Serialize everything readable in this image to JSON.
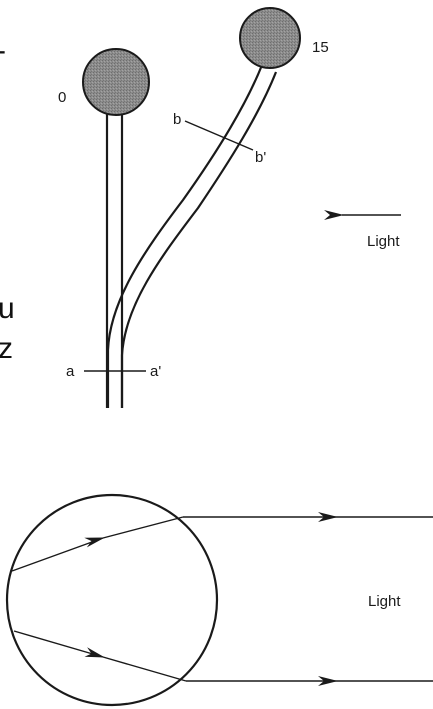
{
  "seedlings": {
    "left_label": "0",
    "right_label": "15"
  },
  "sections": {
    "upper_label_a": "b",
    "upper_label_b": "b'",
    "lower_label_a": "a",
    "lower_label_b": "a'"
  },
  "light_labels": {
    "top": "Light",
    "bottom": "Light"
  },
  "edge_text": {
    "top_dash": "-",
    "mid_line1": "u",
    "mid_line2": "z"
  },
  "colors": {
    "cap_fill": "#8a8a8a",
    "ink": "#1a1a1a"
  }
}
